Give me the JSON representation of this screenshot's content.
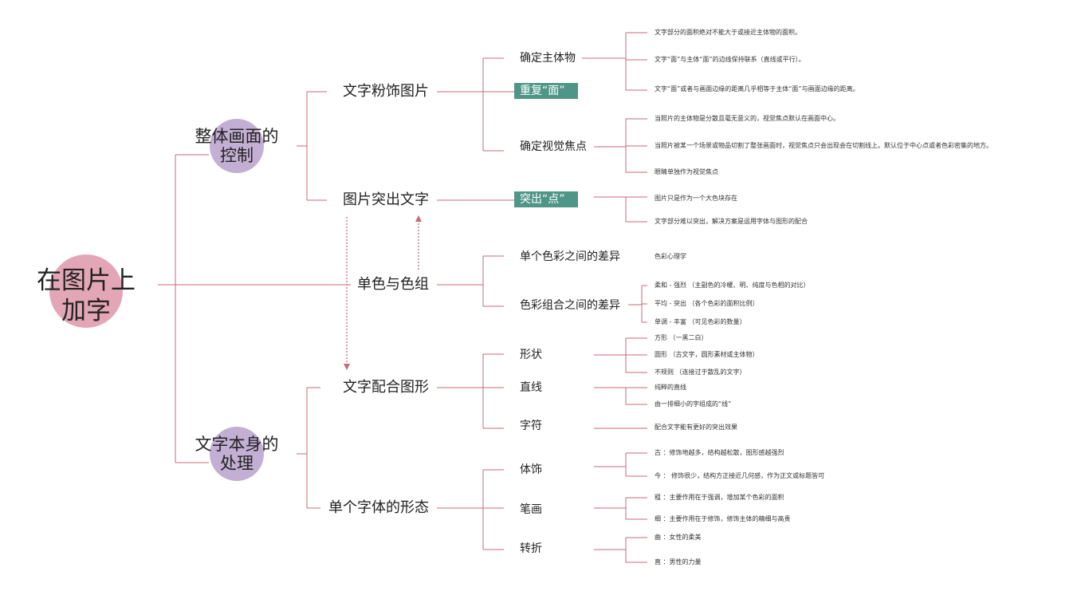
{
  "colors": {
    "line": "#c86a78",
    "root_circle": "#e3a6b6",
    "l1_circle": "#c4afd4",
    "tag": "#4f9688"
  },
  "root": {
    "line1": "在图片上",
    "line2": "加字"
  },
  "b1": {
    "line1": "整体画面的",
    "line2": "控制",
    "c1": {
      "label": "文字粉饰图片",
      "s1": {
        "label": "确定主体物",
        "leaves": [
          "文字部分的面积绝对不能大于或接近主体物的面积。",
          "文字“面”与主体“面”的边线保持联系（直线或平行）。",
          "文字“面”或者与画面边缘的距离几乎相等于主体“面”与画面边缘的距离。"
        ]
      },
      "s2": {
        "label": "重复“面”"
      },
      "s3": {
        "label": "确定视觉焦点",
        "leaves": [
          "当照片的主体物是分散且毫无意义的，视觉焦点默认在画面中心。",
          "当照片被某一个场景或物品切割了整张画面时，视觉焦点只会出现会在切割线上。默认位于中心点或者色彩密集的地方。",
          "眼睛单独作为视觉焦点"
        ]
      }
    },
    "c2": {
      "label": "图片突出文字",
      "s1": {
        "label": "突出“点”",
        "leaves": [
          "图片只是作为一个大色块存在",
          "文字部分难以突出，解决方案是运用字体与图形的配合"
        ]
      }
    }
  },
  "mid": {
    "label": "单色与色组",
    "s1": {
      "label": "单个色彩之间的差异",
      "leaves": [
        "色彩心理学"
      ]
    },
    "s2": {
      "label": "色彩组合之间的差异",
      "leaves": [
        "柔和 - 强烈 （主副色的冷暖、明、纯度与色相的对比）",
        "平均 - 突出 （各个色彩的面积比例）",
        "单调 - 丰富 （可见色彩的数量）"
      ]
    }
  },
  "b2": {
    "line1": "文字本身的",
    "line2": "处理",
    "c1": {
      "label": "文字配合图形",
      "s1": {
        "label": "形状",
        "leaves": [
          "方形 （一黑二白）",
          "圆形 （古文字，圆形素材或主体物）",
          "不规则 （连接过于散乱的文字）"
        ]
      },
      "s2": {
        "label": "直线",
        "leaves": [
          "纯粹的直线",
          "由一排细小的字组成的“线”"
        ]
      },
      "s3": {
        "label": "字符",
        "leaves": [
          "配合文字能有更好的突出效果"
        ]
      }
    },
    "c2": {
      "label": "单个字体的形态",
      "s1": {
        "label": "体饰",
        "leaves": [
          "古 ：修饰地越多，结构越松散，图形感越强烈",
          "今 ： 修饰很少，结构方正接近几何感，作为正文或标题皆可"
        ]
      },
      "s2": {
        "label": "笔画",
        "leaves": [
          "粗 ：主要作用在于强调，增加某个色彩的面积",
          "细 ：主要作用在于修饰，修饰主体的精细与高贵"
        ]
      },
      "s3": {
        "label": "转折",
        "leaves": [
          "曲 ：女性的柔美",
          "直 ：男性的力量"
        ]
      }
    }
  }
}
